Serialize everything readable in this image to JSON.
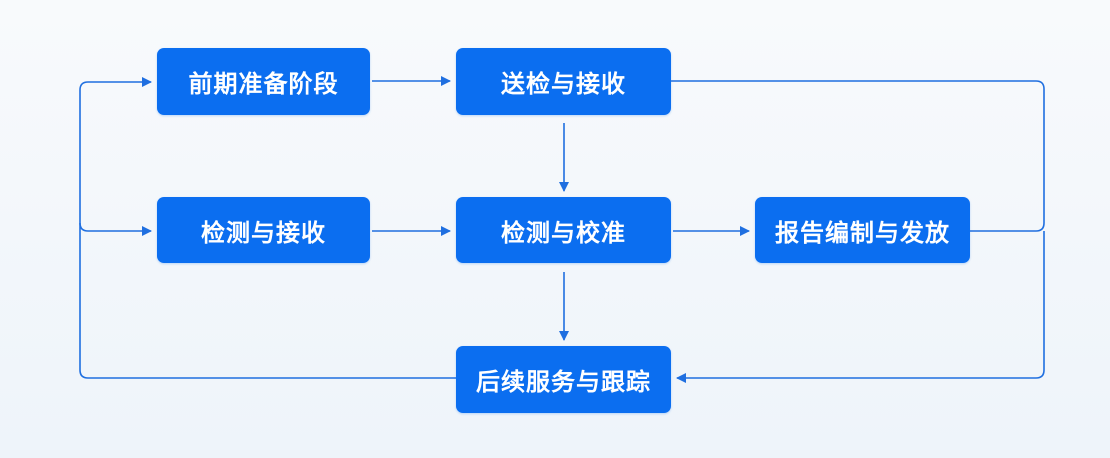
{
  "diagram": {
    "colors": {
      "node_fill": "#0b6ef0",
      "node_text": "#ffffff",
      "connector": "#1f6fe0"
    },
    "nodes": [
      {
        "id": "n1",
        "label": "前期准备阶段"
      },
      {
        "id": "n2",
        "label": "送检与接收"
      },
      {
        "id": "n3",
        "label": "检测与接收"
      },
      {
        "id": "n4",
        "label": "检测与校准"
      },
      {
        "id": "n5",
        "label": "报告编制与发放"
      },
      {
        "id": "n6",
        "label": "后续服务与跟踪"
      }
    ],
    "edges": [
      {
        "from": "n1",
        "to": "n2"
      },
      {
        "from": "n2",
        "to": "n4"
      },
      {
        "from": "n3",
        "to": "n4"
      },
      {
        "from": "n4",
        "to": "n5"
      },
      {
        "from": "n4",
        "to": "n6"
      },
      {
        "from": "n2",
        "to": "n5"
      },
      {
        "from": "n5",
        "to": "n6"
      },
      {
        "from": "n6",
        "to": "n1"
      },
      {
        "from": "n6",
        "to": "n3"
      }
    ]
  }
}
